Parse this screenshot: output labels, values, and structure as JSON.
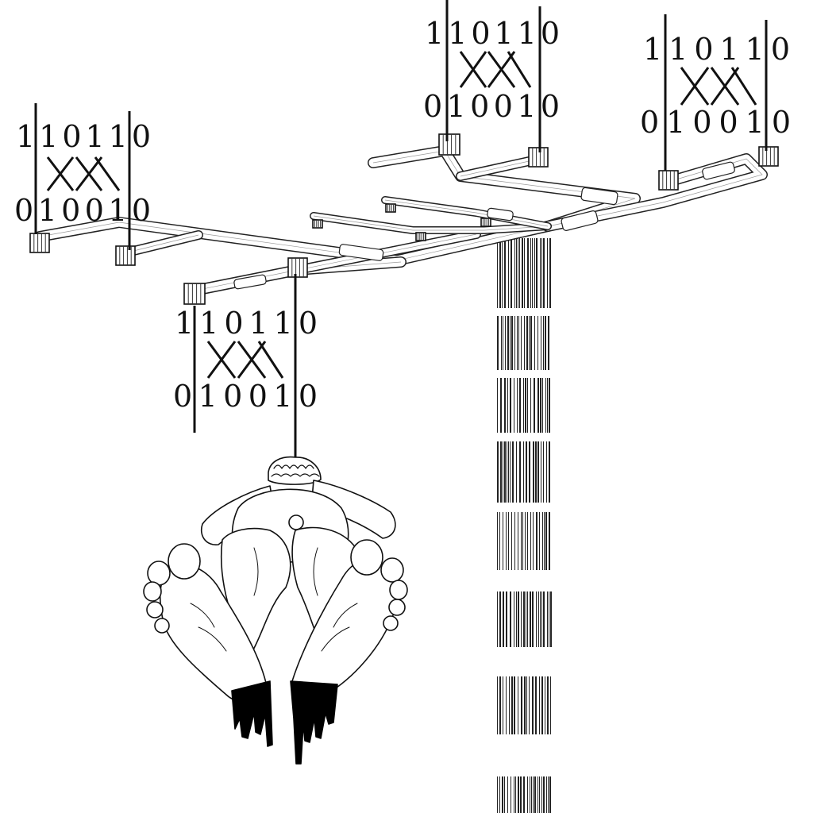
{
  "colors": {
    "ink": "#111111",
    "paper": "#ffffff",
    "pipe": "#333333",
    "drip": "#000000"
  },
  "binary_panels": [
    {
      "id": "left",
      "top_row": "1 1 0 1 1 0",
      "bottom_row": "0 1 0 0 1 0"
    },
    {
      "id": "top-center",
      "top_row": "1 1 0 1 1 0",
      "bottom_row": "0 1 0 0 1 0"
    },
    {
      "id": "top-right",
      "top_row": "1 1 0 1 1 0",
      "bottom_row": "0 1 0 0 1 0"
    },
    {
      "id": "lower-center",
      "top_row": "1 1 0 1 1 0",
      "bottom_row": "0 1 0 0 1 0"
    }
  ],
  "figure": {
    "subject": "figure-seen-from-feet-hanging"
  },
  "icons": [
    "pipe-network",
    "barcode-column",
    "binary-rack",
    "figure"
  ]
}
